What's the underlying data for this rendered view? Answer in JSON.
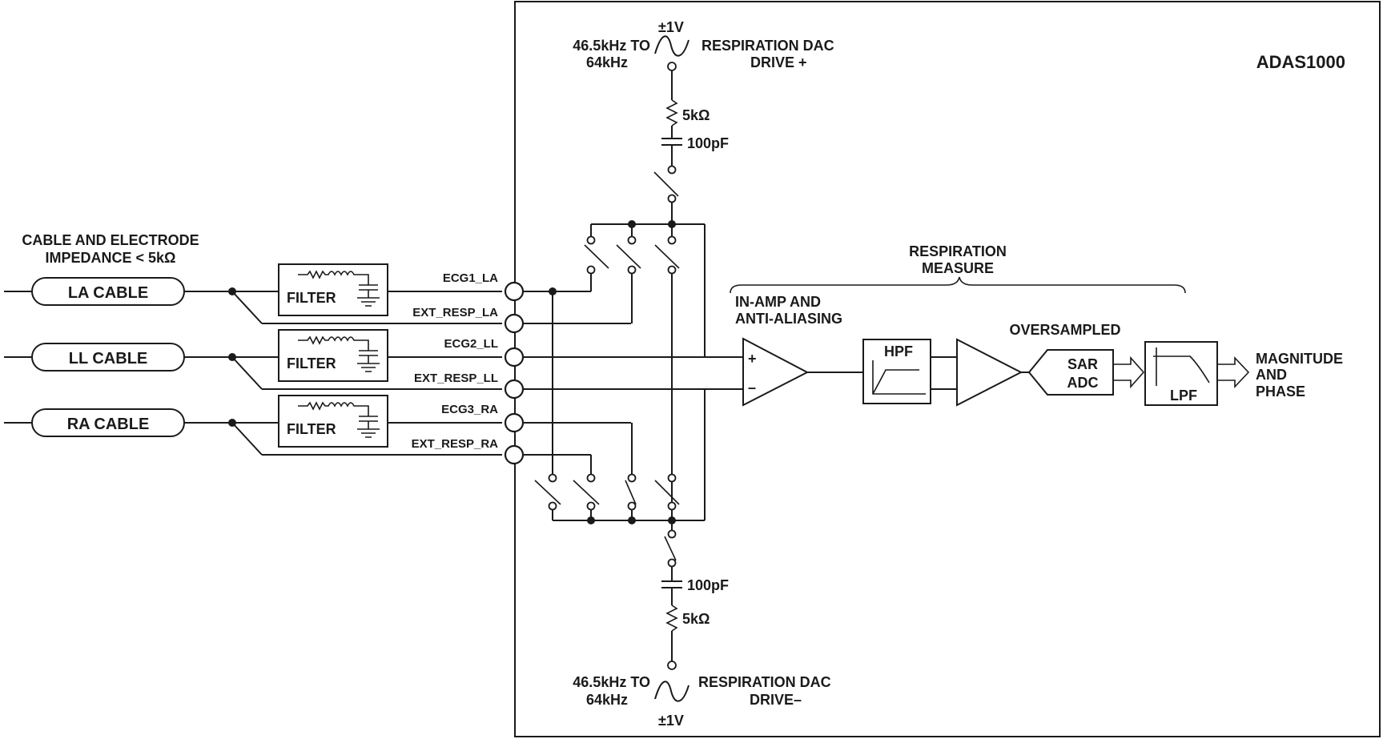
{
  "chip": {
    "name": "ADAS1000"
  },
  "impedance_note": [
    "CABLE AND ELECTRODE",
    "IMPEDANCE < 5kΩ"
  ],
  "cables": [
    {
      "label": "LA CABLE",
      "filter": "FILTER",
      "pins": [
        "ECG1_LA",
        "EXT_RESP_LA"
      ]
    },
    {
      "label": "LL CABLE",
      "filter": "FILTER",
      "pins": [
        "ECG2_LL",
        "EXT_RESP_LL"
      ]
    },
    {
      "label": "RA CABLE",
      "filter": "FILTER",
      "pins": [
        "ECG3_RA",
        "EXT_RESP_RA"
      ]
    }
  ],
  "dac_top": {
    "amplitude": "±1V",
    "freq": [
      "46.5kHz TO",
      "64kHz"
    ],
    "label": [
      "RESPIRATION DAC",
      "DRIVE +"
    ],
    "resistor": "5kΩ",
    "capacitor": "100pF"
  },
  "dac_bottom": {
    "amplitude": "±1V",
    "freq": [
      "46.5kHz TO",
      "64kHz"
    ],
    "label": [
      "RESPIRATION DAC",
      "DRIVE–"
    ],
    "resistor": "5kΩ",
    "capacitor": "100pF"
  },
  "signal_chain": {
    "measure": [
      "RESPIRATION",
      "MEASURE"
    ],
    "inamp": [
      "IN-AMP AND",
      "ANTI-ALIASING"
    ],
    "plus": "+",
    "minus": "–",
    "hpf": "HPF",
    "oversampled": "OVERSAMPLED",
    "adc": [
      "SAR",
      "ADC"
    ],
    "lpf": "LPF",
    "output": [
      "MAGNITUDE",
      "AND",
      "PHASE"
    ]
  }
}
